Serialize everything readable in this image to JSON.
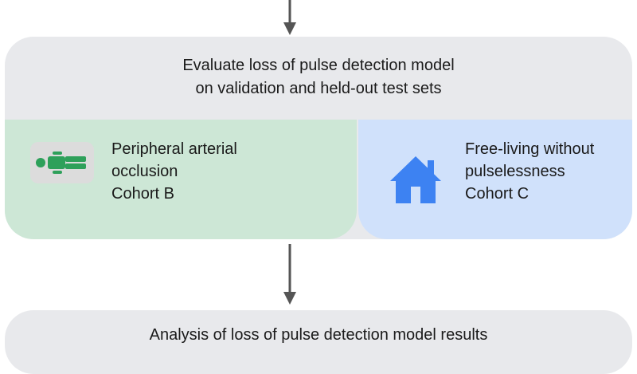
{
  "top_box": {
    "line1": "Evaluate loss of pulse detection model",
    "line2": "on validation and held-out test sets"
  },
  "cohort_b": {
    "line1": "Peripheral arterial",
    "line2": "occlusion",
    "line3": "Cohort B",
    "icon": "person-lying-icon",
    "color": "#cde7d6"
  },
  "cohort_c": {
    "line1": "Free-living without",
    "line2": "pulselessness",
    "line3": "Cohort C",
    "icon": "house-icon",
    "color": "#d0e1fb"
  },
  "bottom_box": {
    "text": "Analysis of loss of pulse detection model results"
  }
}
